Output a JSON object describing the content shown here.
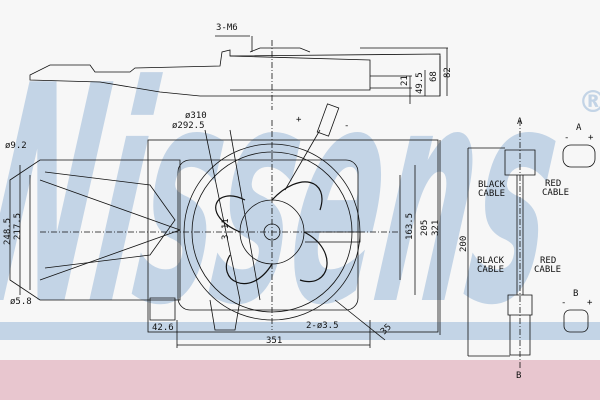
{
  "watermark": {
    "text": "Nissens",
    "registered_mark": "®",
    "color": "#c3d4e6"
  },
  "band_colors": {
    "blue_stripe": "#c3d4e6",
    "pink_band": "#e8c6cf",
    "line": "#111111"
  },
  "top_view": {
    "bolt_label": "3-M6",
    "dims": [
      "21",
      "49.5",
      "68",
      "82"
    ]
  },
  "front_view": {
    "dia_outer": "ø310",
    "dia_inner": "ø292.5",
    "hole_top": "ø9.2",
    "hole_bottom": "ø5.8",
    "height_outer": "248.5",
    "height_inner": "217.5",
    "center_label": "3-11",
    "right_dims": [
      "163.5",
      "205",
      "321"
    ],
    "width": "351",
    "bottom_left": "42.6",
    "holes": "2-ø3.5",
    "diag": "35",
    "plus": "+",
    "minus": "-"
  },
  "connector": {
    "view_a": "A",
    "view_b": "B",
    "black_cable": [
      "BLACK",
      "CABLE"
    ],
    "red_cable": [
      "RED",
      "CABLE"
    ],
    "length": "200",
    "plus": "+",
    "minus": "-"
  }
}
